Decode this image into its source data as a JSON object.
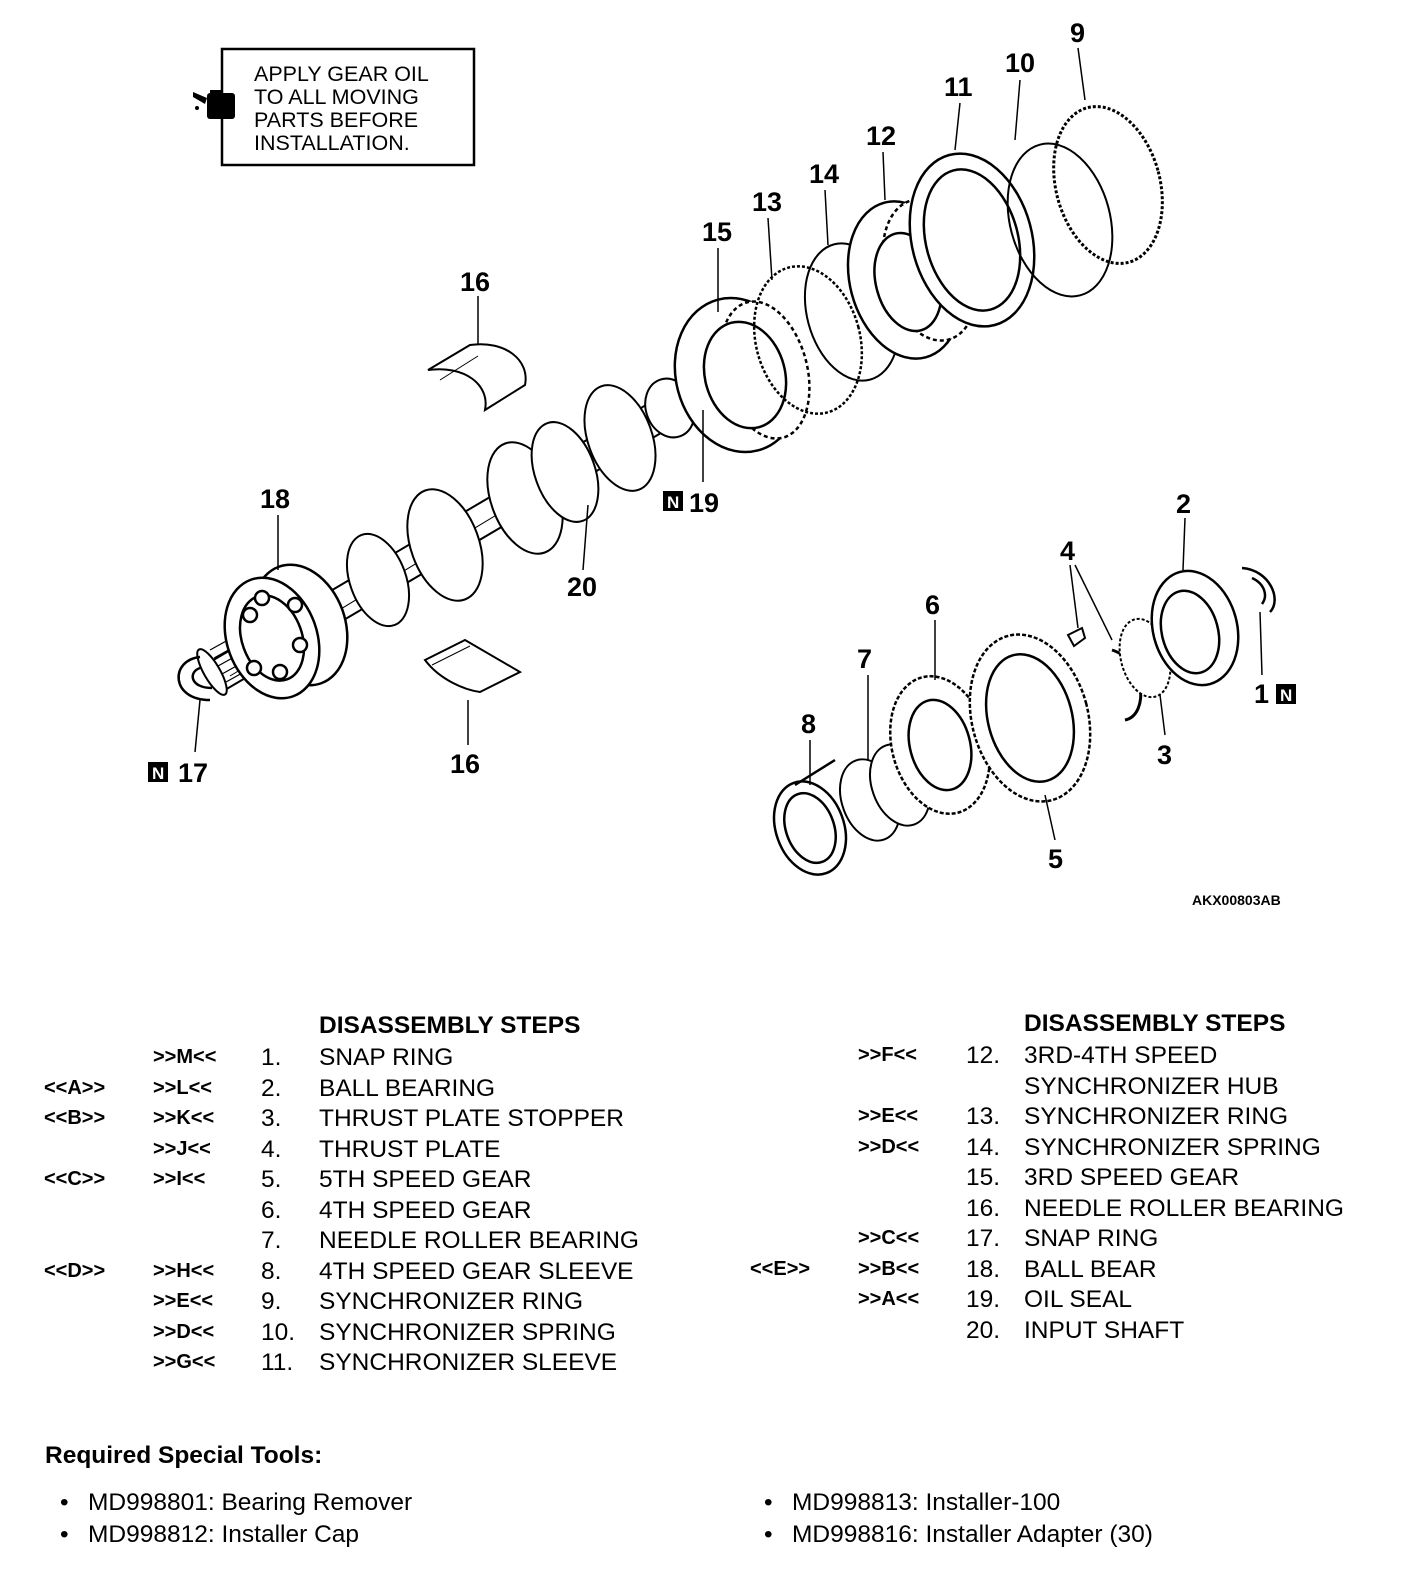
{
  "note": {
    "lines": [
      "APPLY GEAR OIL",
      "TO ALL MOVING",
      "PARTS BEFORE",
      "INSTALLATION."
    ],
    "icon": "oil-can-icon"
  },
  "callouts": {
    "c1": "1",
    "c2": "2",
    "c3": "3",
    "c4": "4",
    "c5": "5",
    "c6": "6",
    "c7": "7",
    "c8": "8",
    "c9": "9",
    "c10": "10",
    "c11": "11",
    "c12": "12",
    "c13": "13",
    "c14": "14",
    "c15": "15",
    "c16a": "16",
    "c16b": "16",
    "c17": "17",
    "c18": "18",
    "c19": "19",
    "c20": "20",
    "n_badge": "N"
  },
  "figure_code": "AKX00803AB",
  "left_steps": {
    "heading": "DISASSEMBLY STEPS",
    "rows": [
      {
        "removal": "",
        "install": ">>M<<",
        "num": "1.",
        "name": "SNAP RING"
      },
      {
        "removal": "<<A>>",
        "install": ">>L<<",
        "num": "2.",
        "name": "BALL BEARING"
      },
      {
        "removal": "<<B>>",
        "install": ">>K<<",
        "num": "3.",
        "name": "THRUST PLATE STOPPER"
      },
      {
        "removal": "",
        "install": ">>J<<",
        "num": "4.",
        "name": "THRUST PLATE"
      },
      {
        "removal": "<<C>>",
        "install": ">>I<<",
        "num": "5.",
        "name": "5TH SPEED GEAR"
      },
      {
        "removal": "",
        "install": "",
        "num": "6.",
        "name": "4TH SPEED GEAR"
      },
      {
        "removal": "",
        "install": "",
        "num": "7.",
        "name": "NEEDLE ROLLER BEARING"
      },
      {
        "removal": "<<D>>",
        "install": ">>H<<",
        "num": "8.",
        "name": "4TH SPEED GEAR SLEEVE"
      },
      {
        "removal": "",
        "install": ">>E<<",
        "num": "9.",
        "name": "SYNCHRONIZER RING"
      },
      {
        "removal": "",
        "install": ">>D<<",
        "num": "10.",
        "name": "SYNCHRONIZER SPRING"
      },
      {
        "removal": "",
        "install": ">>G<<",
        "num": "11.",
        "name": "SYNCHRONIZER SLEEVE"
      }
    ]
  },
  "right_steps": {
    "heading": "DISASSEMBLY STEPS",
    "rows": [
      {
        "removal": "",
        "install": ">>F<<",
        "num": "12.",
        "name": "3RD-4TH SPEED"
      },
      {
        "removal": "",
        "install": "",
        "num": "",
        "name": "SYNCHRONIZER HUB"
      },
      {
        "removal": "",
        "install": ">>E<<",
        "num": "13.",
        "name": "SYNCHRONIZER RING"
      },
      {
        "removal": "",
        "install": ">>D<<",
        "num": "14.",
        "name": "SYNCHRONIZER SPRING"
      },
      {
        "removal": "",
        "install": "",
        "num": "15.",
        "name": "3RD SPEED GEAR"
      },
      {
        "removal": "",
        "install": "",
        "num": "16.",
        "name": "NEEDLE ROLLER BEARING"
      },
      {
        "removal": "",
        "install": ">>C<<",
        "num": "17.",
        "name": "SNAP RING"
      },
      {
        "removal": "<<E>>",
        "install": ">>B<<",
        "num": "18.",
        "name": "BALL BEAR"
      },
      {
        "removal": "",
        "install": ">>A<<",
        "num": "19.",
        "name": "OIL SEAL"
      },
      {
        "removal": "",
        "install": "",
        "num": "20.",
        "name": "INPUT SHAFT"
      }
    ]
  },
  "tools": {
    "title": "Required Special Tools:",
    "items": [
      "MD998801: Bearing Remover",
      "MD998812: Installer Cap",
      "MD998813: Installer-100",
      "MD998816: Installer Adapter (30)"
    ]
  }
}
